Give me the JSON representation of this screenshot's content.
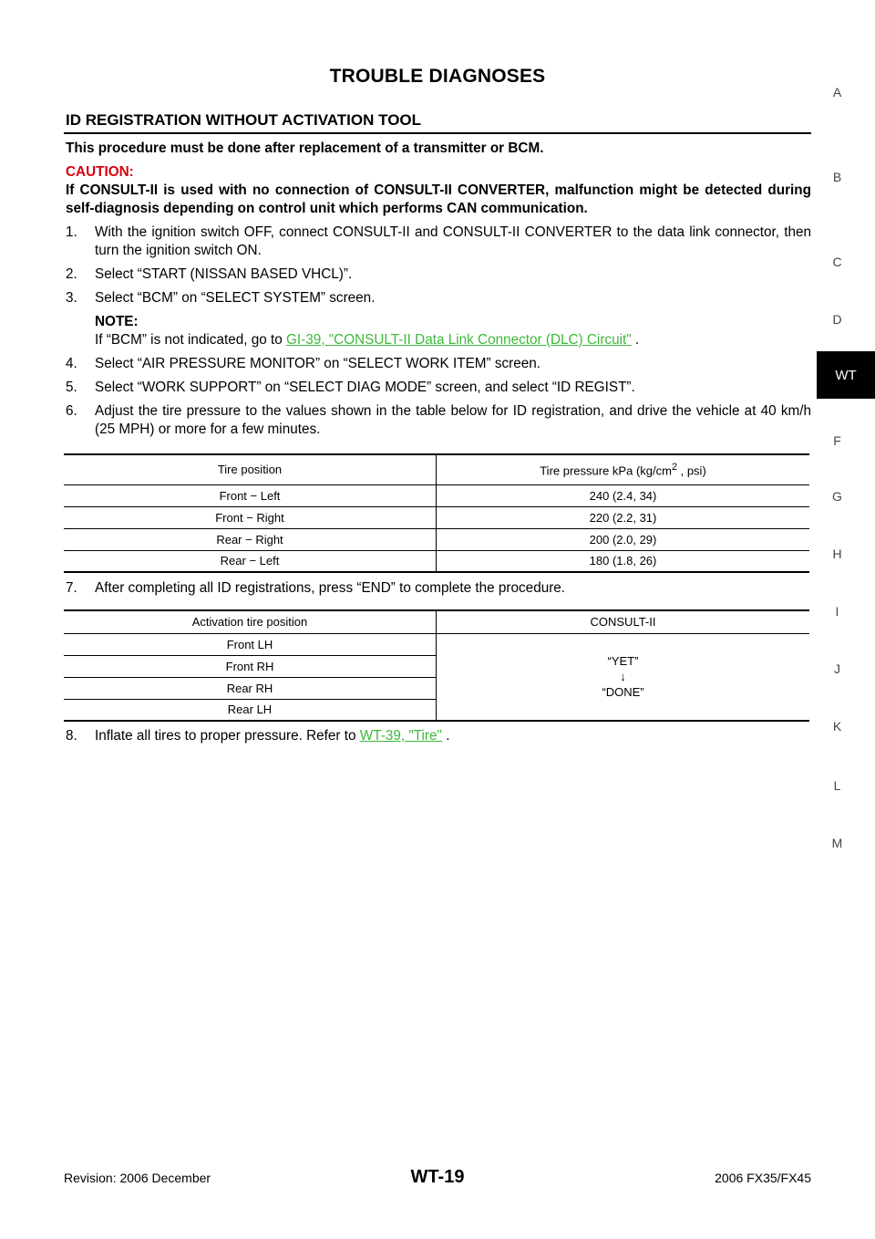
{
  "header": {
    "title": "TROUBLE DIAGNOSES"
  },
  "section": {
    "heading": "ID REGISTRATION WITHOUT ACTIVATION TOOL",
    "intro": "This procedure must be done after replacement of a transmitter or BCM.",
    "caution_label": "CAUTION:",
    "caution_text": "If CONSULT-II is used with no connection of CONSULT-II CONVERTER, malfunction might be detected during self-diagnosis depending on control unit which performs CAN communication.",
    "steps": [
      {
        "num": "1.",
        "text": "With the ignition switch OFF, connect CONSULT-II and CONSULT-II CONVERTER to the data link connector, then turn the ignition switch ON."
      },
      {
        "num": "2.",
        "text": "Select “START (NISSAN BASED VHCL)”."
      },
      {
        "num": "3.",
        "text": "Select “BCM” on “SELECT SYSTEM” screen."
      },
      {
        "num": "4.",
        "text": "Select “AIR PRESSURE MONITOR” on “SELECT WORK ITEM” screen."
      },
      {
        "num": "5.",
        "text": "Select “WORK SUPPORT” on “SELECT DIAG MODE” screen, and select “ID REGIST”."
      },
      {
        "num": "6.",
        "text": "Adjust the tire pressure to the values shown in the table below for ID registration, and drive the vehicle at 40 km/h (25 MPH) or more for a few minutes."
      },
      {
        "num": "7.",
        "text": "After completing all ID registrations, press “END” to complete the procedure."
      },
      {
        "num": "8.",
        "text": "Inflate all tires to proper pressure. Refer to ",
        "link": "WT-39, \"Tire\"",
        "after": " ."
      }
    ],
    "note": {
      "label": "NOTE:",
      "prefix": "If “BCM” is not indicated, go to ",
      "link": "GI-39, \"CONSULT-II Data Link Connector (DLC) Circuit\"",
      "suffix": " ."
    }
  },
  "pressure_table": {
    "col1_header": "Tire position",
    "col2_header_pre": "Tire pressure kPa (kg/cm",
    "col2_header_sup": "2",
    "col2_header_post": " , psi)",
    "rows": [
      {
        "position": "Front − Left",
        "pressure": "240 (2.4, 34)"
      },
      {
        "position": "Front − Right",
        "pressure": "220 (2.2, 31)"
      },
      {
        "position": "Rear − Right",
        "pressure": "200 (2.0, 29)"
      },
      {
        "position": "Rear − Left",
        "pressure": "180 (1.8, 26)"
      }
    ]
  },
  "activation_table": {
    "col1_header": "Activation tire position",
    "col2_header": "CONSULT-II",
    "rows": [
      "Front LH",
      "Front RH",
      "Rear RH",
      "Rear LH"
    ],
    "result_line1": "“YET”",
    "result_arrow": "↓",
    "result_line2": "“DONE”"
  },
  "side_index": [
    "A",
    "B",
    "C",
    "D",
    "WT",
    "F",
    "G",
    "H",
    "I",
    "J",
    "K",
    "L",
    "M"
  ],
  "footer": {
    "revision": "Revision: 2006 December",
    "page": "WT-19",
    "model": "2006 FX35/FX45"
  }
}
